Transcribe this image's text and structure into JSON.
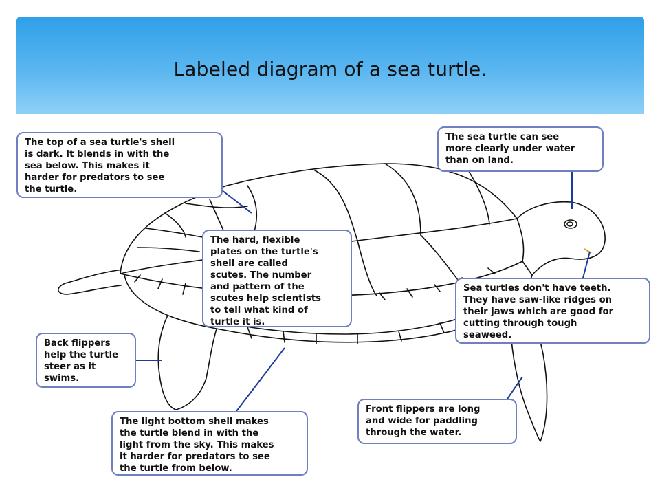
{
  "title": "Labeled diagram of a sea turtle.",
  "colors": {
    "header_top": "#2f9fe8",
    "header_bottom": "#8fd0f7",
    "callout_border": "#6f7fbf",
    "leader_line": "#1a3a9c",
    "outline": "#111111"
  },
  "callouts": {
    "shell_top": "The top of a sea turtle's shell\nis dark.  It blends in with the\nsea below.  This makes it\nharder for predators to see\nthe turtle.",
    "eyes": "The sea turtle can see\nmore clearly under water\nthan on land.",
    "scutes": "The hard, flexible\nplates on the turtle's\nshell are called\nscutes.  The number\nand pattern of the\nscutes help scientists\nto tell what kind of\nturtle it is.",
    "teeth": "Sea turtles don't have teeth.\nThey have saw-like ridges on\ntheir jaws which are good for\ncutting through tough\nseaweed.",
    "back_flippers": "Back flippers\nhelp the turtle\nsteer as it\nswims.",
    "front_flippers": "Front flippers are long\nand wide for paddling\nthrough the water.",
    "bottom_shell": "The light bottom shell makes\nthe turtle blend in with the\nlight from the sky. This makes\nit harder for predators to see\nthe turtle from below."
  }
}
